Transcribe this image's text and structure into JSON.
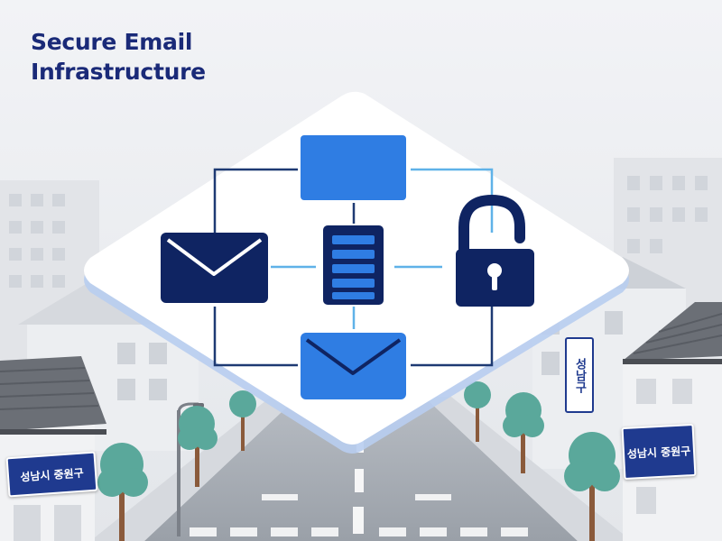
{
  "title": {
    "line1": "Secure Email",
    "line2": "Infrastructure"
  },
  "signs": {
    "left": "성남시 중원구",
    "vertical": "성남구",
    "right": "성남시 중원구"
  },
  "colors": {
    "title": "#1a2a78",
    "navy": "#0f2462",
    "blue": "#2f7de3",
    "connector_dark": "#1e3a73",
    "connector_light": "#5fb2e8",
    "panel": "#ffffff",
    "sky": "#eef0f3",
    "tree": "#5aa89b"
  },
  "icons": [
    "envelope-icon",
    "server-icon",
    "padlock-icon",
    "envelope-icon",
    "window-icon"
  ]
}
